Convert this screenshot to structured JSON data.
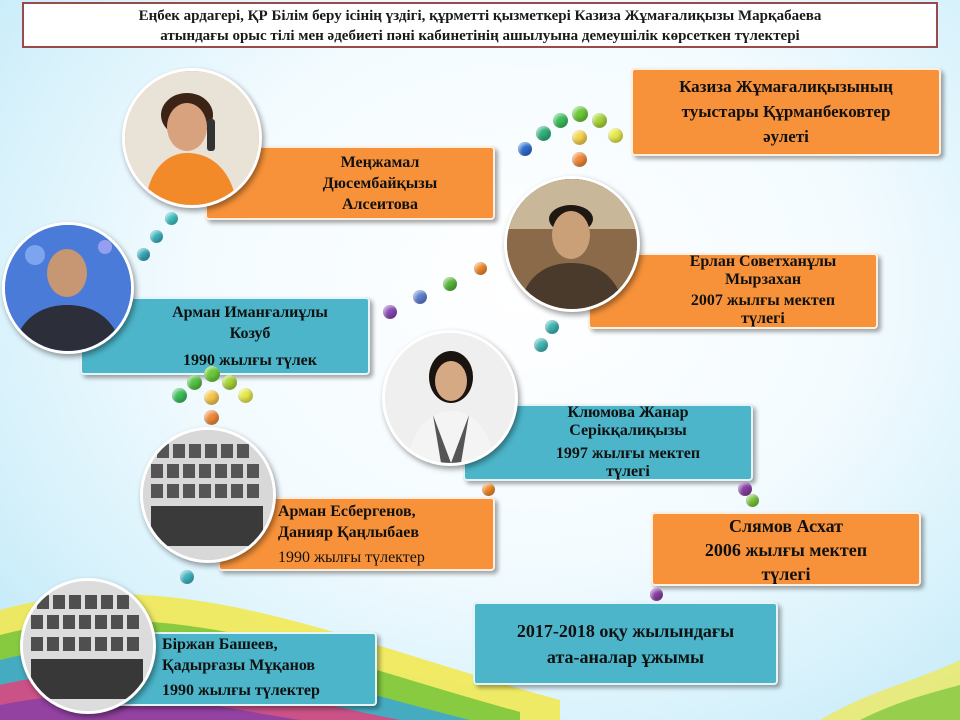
{
  "header": {
    "line1": "Еңбек ардагері, ҚР Білім беру ісінің үздігі, құрметті қызметкері Казиза Жұмағалиқызы Марқабаева",
    "line2": "атындағы орыс тілі мен әдебиеті пәні кабинетінің ашылуына демеушілік көрсеткен түлектері"
  },
  "cards": {
    "kaziza": {
      "lines": [
        "Казиза Жұмағалиқызының",
        "туыстары  Құрманбековтер",
        "әулеті"
      ]
    },
    "menzhamal": {
      "lines": [
        "Меңжамал",
        "Дюсембайқызы",
        "Алсеитова"
      ]
    },
    "erlan": {
      "lines": [
        "Ерлан Советханұлы",
        "Мырзахан",
        "2007 жылғы мектеп",
        "түлегі"
      ]
    },
    "arman_k": {
      "lines": [
        "Арман Иманғалиұлы",
        "Козуб",
        "1990 жылғы  түлек"
      ]
    },
    "klyumova": {
      "lines": [
        "Клюмова Жанар",
        "Серікқалиқызы",
        "1997 жылғы мектеп",
        "түлегі"
      ]
    },
    "arman_e": {
      "lines": [
        "Арман Есбергенов,",
        "Данияр Қаңлыбаев",
        "1990 жылғы түлектер"
      ]
    },
    "slyamov": {
      "lines": [
        "Слямов  Асхат",
        "2006 жылғы  мектеп",
        "түлегі"
      ]
    },
    "parents": {
      "lines": [
        "2017-2018 оқу жылындағы",
        "ата-аналар ұжымы"
      ]
    },
    "birzhan": {
      "lines": [
        "Біржан Башеев,",
        "Қадырғазы Мұқанов",
        "1990 жылғы түлектер"
      ]
    }
  },
  "colors": {
    "orange": "#f7923a",
    "teal": "#4cb5c9",
    "header_border": "#9a4a4a"
  }
}
